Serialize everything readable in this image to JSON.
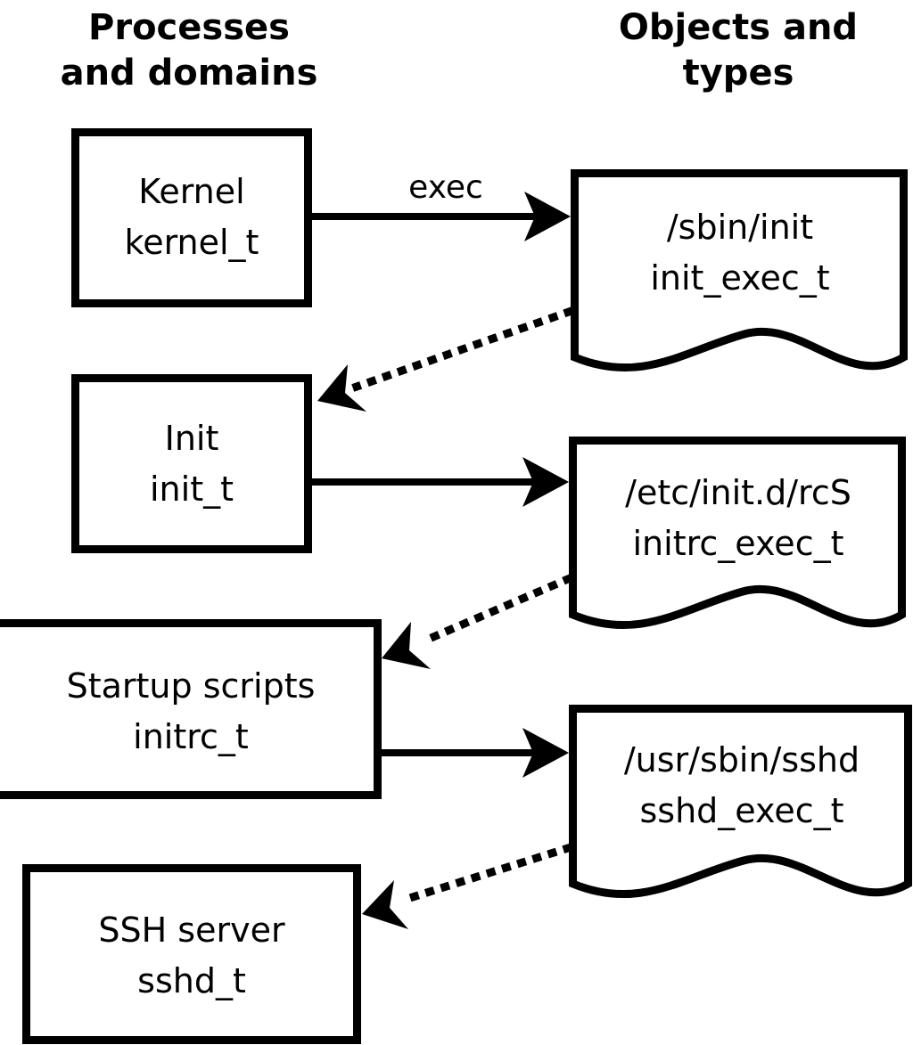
{
  "diagram": {
    "title": "SELinux process domains and object types transition diagram",
    "background_color": "#ffffff",
    "stroke_color": "#000000"
  },
  "columns": [
    {
      "id": "processes",
      "header_line1": "Processes",
      "header_line2": "and domains"
    },
    {
      "id": "objects",
      "header_line1": "Objects and",
      "header_line2": "types"
    }
  ],
  "process_nodes": [
    {
      "id": "kernel",
      "line1": "Kernel",
      "line2": "kernel_t"
    },
    {
      "id": "init",
      "line1": "Init",
      "line2": "init_t"
    },
    {
      "id": "initrc",
      "line1": "Startup scripts",
      "line2": "initrc_t"
    },
    {
      "id": "sshd",
      "line1": "SSH server",
      "line2": "sshd_t"
    }
  ],
  "object_nodes": [
    {
      "id": "init_exec",
      "line1": "/sbin/init",
      "line2": "init_exec_t"
    },
    {
      "id": "initrc_exec",
      "line1": "/etc/init.d/rcS",
      "line2": "initrc_exec_t"
    },
    {
      "id": "sshd_exec",
      "line1": "/usr/sbin/sshd",
      "line2": "sshd_exec_t"
    }
  ],
  "edges": [
    {
      "id": "kernel-exec-init_exec",
      "from": "kernel",
      "to": "init_exec",
      "style": "solid",
      "label": "exec"
    },
    {
      "id": "init_exec-transition-init",
      "from": "init_exec",
      "to": "init",
      "style": "dotted",
      "label": ""
    },
    {
      "id": "init-exec-initrc_exec",
      "from": "init",
      "to": "initrc_exec",
      "style": "solid",
      "label": ""
    },
    {
      "id": "initrc_exec-transition-initrc",
      "from": "initrc_exec",
      "to": "initrc",
      "style": "dotted",
      "label": ""
    },
    {
      "id": "initrc-exec-sshd_exec",
      "from": "initrc",
      "to": "sshd_exec",
      "style": "solid",
      "label": ""
    },
    {
      "id": "sshd_exec-transition-sshd",
      "from": "sshd_exec",
      "to": "sshd",
      "style": "dotted",
      "label": ""
    }
  ]
}
